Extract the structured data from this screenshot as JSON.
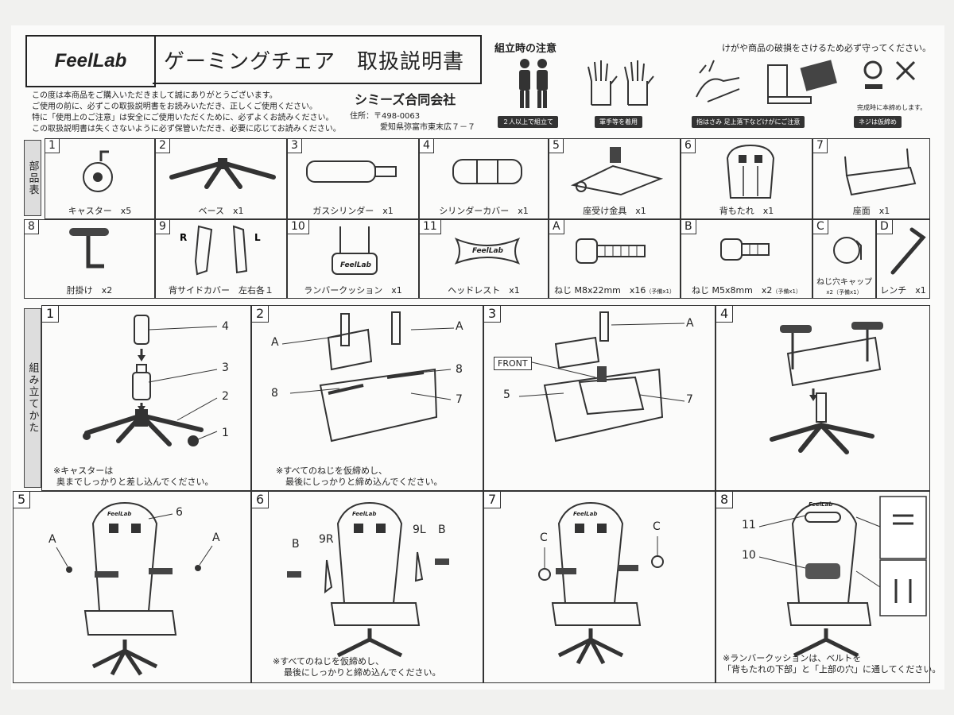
{
  "header": {
    "brand": "FeelLab",
    "title": "ゲーミングチェア　取扱説明書",
    "intro": [
      "この度は本商品をご購入いただきまして誠にありがとうございます。",
      "ご使用の前に、必ずこの取扱説明書をお読みいただき、正しくご使用ください。",
      "特に「使用上のご注意」は安全にご使用いただくために、必ずよくお読みください。",
      "この取扱説明書は失くさないように必ず保管いただき、必要に応じてお読みください。"
    ],
    "company": "シミーズ合同会社",
    "address_line1": "住所：〒498-0063",
    "address_line2": "愛知県弥富市東末広７－７"
  },
  "caution": {
    "title": "組立時の注意",
    "note": "けがや商品の破損をさけるため必ず守ってください。",
    "items": [
      {
        "label": "２人以上で組立て",
        "icon": "two-people-icon"
      },
      {
        "label": "軍手等を着用",
        "icon": "gloves-icon"
      },
      {
        "label": "指はさみ 足上落下などけがにご注意",
        "icon": "pinch-hazard-icon"
      },
      {
        "label": "ネジは仮締め",
        "icon": "screw-tighten-icon"
      }
    ],
    "final_note": "完成時に本締めします。"
  },
  "parts": {
    "section_label": "部品表",
    "items": [
      {
        "num": "1",
        "label": "キャスター　x5",
        "icon": "caster-icon"
      },
      {
        "num": "2",
        "label": "ベース　x1",
        "icon": "base-icon"
      },
      {
        "num": "3",
        "label": "ガスシリンダー　x1",
        "icon": "gas-cylinder-icon"
      },
      {
        "num": "4",
        "label": "シリンダーカバー　x1",
        "icon": "cylinder-cover-icon"
      },
      {
        "num": "5",
        "label": "座受け金具　x1",
        "icon": "seat-bracket-icon"
      },
      {
        "num": "6",
        "label": "背もたれ　x1",
        "icon": "backrest-icon"
      },
      {
        "num": "7",
        "label": "座面　x1",
        "icon": "seat-icon"
      },
      {
        "num": "8",
        "label": "肘掛け　x2",
        "icon": "armrest-icon"
      },
      {
        "num": "9",
        "label": "背サイドカバー　左右各１",
        "icon": "side-cover-icon"
      },
      {
        "num": "10",
        "label": "ランバークッション　x1",
        "icon": "lumbar-cushion-icon"
      },
      {
        "num": "11",
        "label": "ヘッドレスト　x1",
        "icon": "headrest-icon"
      },
      {
        "num": "A",
        "label": "ねじ M8x22mm　x16",
        "extra": "（予備x1）",
        "icon": "screw-m8-icon"
      },
      {
        "num": "B",
        "label": "ねじ M5x8mm　x2",
        "extra": "（予備x1）",
        "icon": "screw-m5-icon"
      },
      {
        "num": "C",
        "label": "ねじ穴キャップ",
        "extra": "x2（予備x1）",
        "icon": "screw-cap-icon"
      },
      {
        "num": "D",
        "label": "レンチ　x1",
        "icon": "wrench-icon"
      }
    ],
    "headrest_logo": "FeelLab",
    "lumbar_logo": "FeelLab"
  },
  "assembly": {
    "section_label": "組み立てかた",
    "steps": [
      {
        "num": "1",
        "notes": [
          "※キャスターは",
          "奥までしっかりと差し込んでください。"
        ],
        "callouts": [
          "4",
          "3",
          "2",
          "1"
        ]
      },
      {
        "num": "2",
        "notes": [
          "※すべてのねじを仮締めし、",
          "最後にしっかりと締め込んでください。"
        ],
        "callouts": [
          "A",
          "A",
          "8",
          "8",
          "7"
        ]
      },
      {
        "num": "3",
        "notes": [],
        "callouts": [
          "A",
          "5",
          "7"
        ],
        "front_label": "FRONT"
      },
      {
        "num": "4",
        "notes": [],
        "callouts": []
      },
      {
        "num": "5",
        "notes": [],
        "callouts": [
          "6",
          "A",
          "A"
        ],
        "logo": "FeelLab"
      },
      {
        "num": "6",
        "notes": [
          "※すべてのねじを仮締めし、",
          "最後にしっかりと締め込んでください。"
        ],
        "callouts": [
          "B",
          "9R",
          "9L",
          "B"
        ],
        "logo": "FeelLab"
      },
      {
        "num": "7",
        "notes": [],
        "callouts": [
          "C",
          "C"
        ],
        "logo": "FeelLab"
      },
      {
        "num": "8",
        "notes": [
          "※ランバークッションは、ベルトを",
          "「背もたれの下部」と「上部の穴」に通してください。"
        ],
        "callouts": [
          "11",
          "10"
        ],
        "logo": "FeelLab"
      }
    ]
  },
  "colors": {
    "ink": "#222222",
    "paper": "#fbfbfa",
    "label_bg": "#333333",
    "tag_bg": "#dddddd"
  }
}
